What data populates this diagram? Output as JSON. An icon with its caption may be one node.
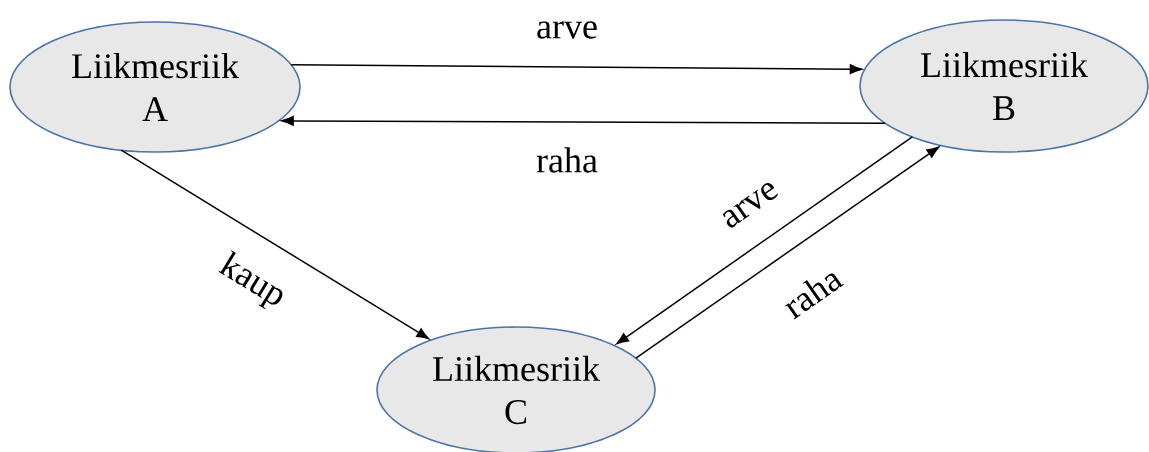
{
  "diagram": {
    "nodes": [
      {
        "text": [
          "Liikmesriik A"
        ]
      },
      {
        "text": [
          "Liikmesriik B"
        ]
      },
      {
        "text": [
          "Liikmesriik C"
        ]
      }
    ],
    "edges": [
      {
        "from": 0,
        "to": 1,
        "arrow": "to",
        "label": "arve"
      },
      {
        "from": 1,
        "to": 0,
        "arrow": "to",
        "label": "raha"
      },
      {
        "from": 0,
        "to": 2,
        "arrow": "to",
        "label": "kaup"
      },
      {
        "from": 1,
        "to": 2,
        "arrow": "to",
        "label": "arve"
      },
      {
        "from": 2,
        "to": 1,
        "arrow": "to",
        "label": "raha"
      }
    ]
  }
}
